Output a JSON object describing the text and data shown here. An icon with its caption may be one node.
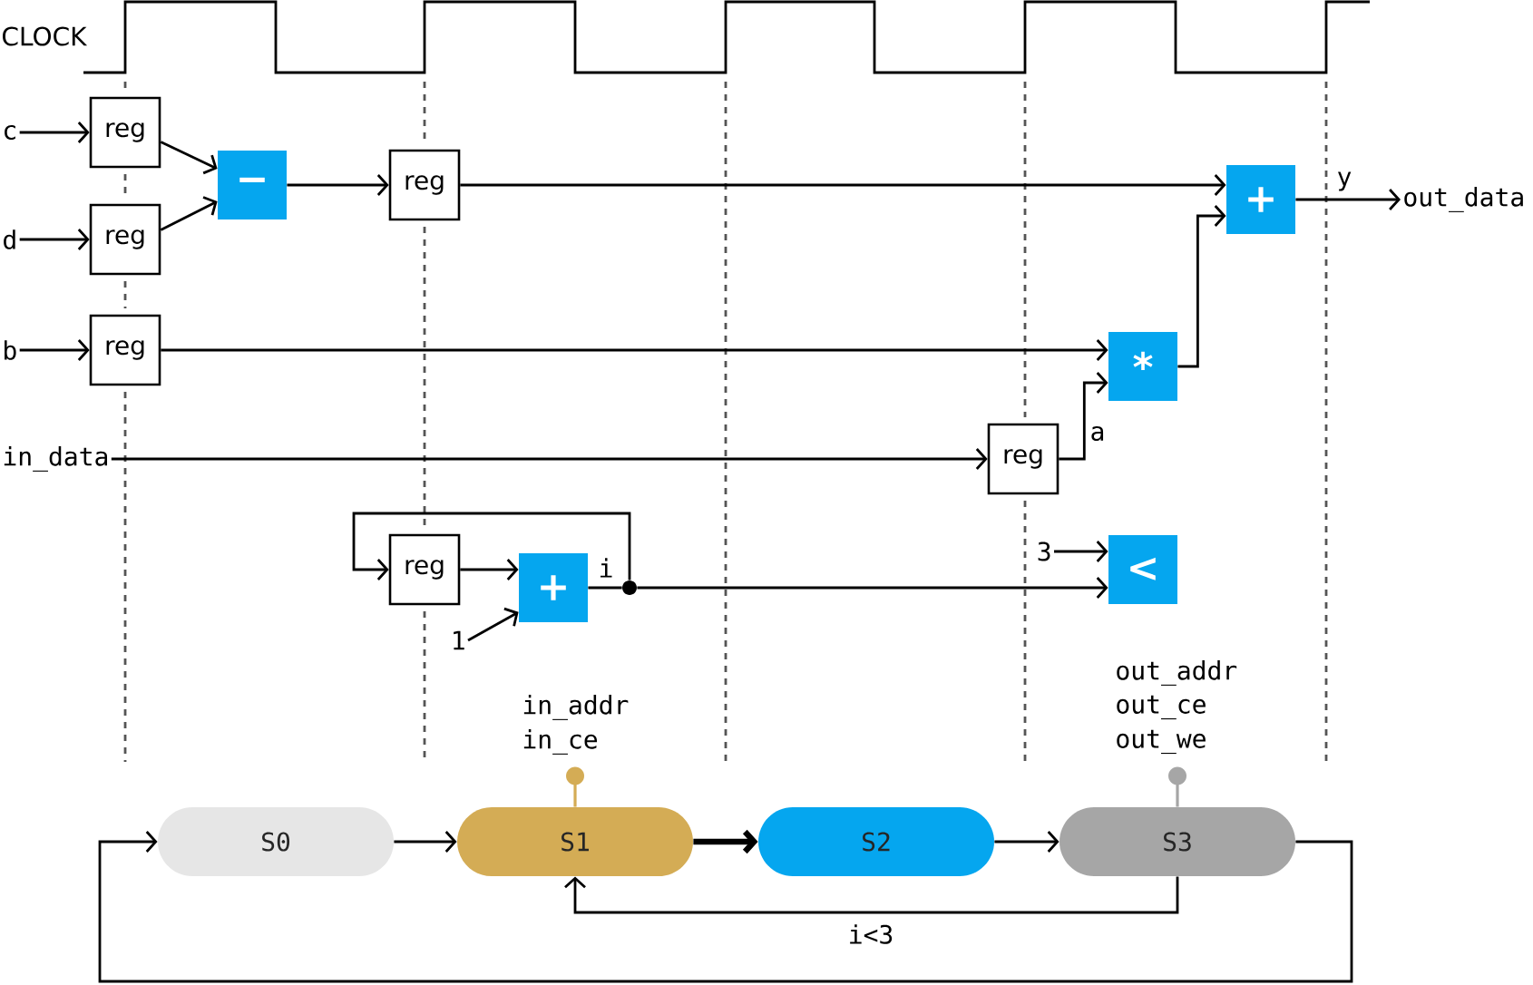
{
  "diagram": {
    "nodes": [
      {
        "text": [
          "c"
        ]
      },
      {
        "text": [
          "reg"
        ]
      },
      {
        "text": [
          "d"
        ]
      },
      {
        "text": [
          "reg"
        ]
      },
      {
        "text": [
          "b"
        ]
      },
      {
        "text": [
          "reg"
        ]
      },
      {
        "text": [
          "in_data"
        ]
      },
      {
        "text": [
          "−"
        ]
      },
      {
        "text": [
          "reg"
        ]
      },
      {
        "text": [
          "+"
        ]
      },
      {
        "text": [
          "out_data"
        ]
      },
      {
        "text": [
          "*"
        ]
      },
      {
        "text": [
          "reg"
        ]
      },
      {
        "text": [
          "reg"
        ]
      },
      {
        "text": [
          "+"
        ]
      },
      {
        "text": [
          "1"
        ]
      },
      {
        "text": [],
        "shape": "circle"
      },
      {
        "text": [
          "3"
        ]
      },
      {
        "text": [
          "<"
        ]
      },
      {
        "text": [
          "S0"
        ]
      },
      {
        "text": [
          "S1"
        ],
        "beside": [
          "in_addr",
          "in_ce"
        ]
      },
      {
        "text": [
          "S2"
        ]
      },
      {
        "text": [
          "S3"
        ],
        "beside": [
          "out_addr",
          "out_ce",
          "out_we"
        ]
      }
    ],
    "edges": [
      {
        "from": 0,
        "to": 1,
        "arrow": "to"
      },
      {
        "from": 2,
        "to": 3,
        "arrow": "to"
      },
      {
        "from": 4,
        "to": 5,
        "arrow": "to"
      },
      {
        "from": 1,
        "to": 7,
        "arrow": "to"
      },
      {
        "from": 3,
        "to": 7,
        "arrow": "to"
      },
      {
        "from": 7,
        "to": 8,
        "arrow": "to"
      },
      {
        "from": 8,
        "to": 9,
        "arrow": "to"
      },
      {
        "from": 11,
        "to": 9,
        "arrow": "to"
      },
      {
        "from": 9,
        "to": 10,
        "arrow": "to",
        "label": "y"
      },
      {
        "from": 5,
        "to": 11,
        "arrow": "to"
      },
      {
        "from": 12,
        "to": 11,
        "arrow": "to",
        "label": "a"
      },
      {
        "from": 6,
        "to": 12,
        "arrow": "to"
      },
      {
        "from": 16,
        "to": 13,
        "arrow": "to"
      },
      {
        "from": 13,
        "to": 14,
        "arrow": "to"
      },
      {
        "from": 15,
        "to": 14,
        "arrow": "to"
      },
      {
        "from": 14,
        "to": 16,
        "arrow": "none",
        "label": "i"
      },
      {
        "from": 16,
        "to": 18,
        "arrow": "to"
      },
      {
        "from": 17,
        "to": 18,
        "arrow": "to"
      },
      {
        "from": 19,
        "to": 20,
        "arrow": "to"
      },
      {
        "from": 20,
        "to": 21,
        "arrow": "to",
        "style": "thick"
      },
      {
        "from": 21,
        "to": 22,
        "arrow": "to"
      },
      {
        "from": 22,
        "to": 19,
        "arrow": "to"
      },
      {
        "from": 22,
        "to": 20,
        "arrow": "to",
        "label": "i<3"
      }
    ],
    "labels": [
      "CLOCK"
    ]
  }
}
